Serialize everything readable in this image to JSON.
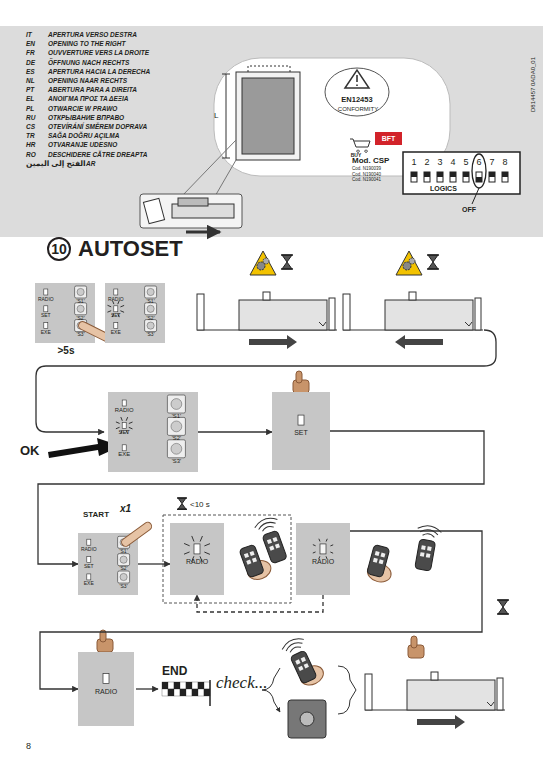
{
  "diagram": {
    "nodes": [
      {
        "text": [
          "RADIO",
          "'S1'",
          "SET",
          "'S2'",
          "EXE",
          "'S3'"
        ]
      },
      {
        "text": [
          "RADIO",
          "'S1'",
          "SET",
          "'S2'",
          "EXE",
          "'S3'"
        ]
      },
      {
        "text": [
          "RADIO",
          "'S1'",
          "SET",
          "'S2'",
          "EXE",
          "'S3'"
        ]
      },
      {
        "text": [
          "SET"
        ]
      },
      {
        "text": [
          "RADIO",
          "'S1'",
          "SET",
          "'S2'",
          "EXE",
          "'S3'"
        ]
      },
      {
        "text": [
          "RADIO"
        ]
      },
      {
        "text": [
          "RADIO"
        ]
      },
      {
        "text": [
          "RADIO"
        ]
      }
    ],
    "edges": [
      {
        "from": 2,
        "to": 3,
        "arrow": "to"
      },
      {
        "from": 3,
        "to": 4,
        "arrow": "to"
      },
      {
        "from": 4,
        "to": 5,
        "arrow": "to"
      },
      {
        "from": 6,
        "to": 5,
        "arrow": "to"
      },
      {
        "from": 6,
        "to": 7,
        "arrow": "to"
      }
    ],
    "labels": [
      "D814457 0ADA0_01",
      "IT",
      "APERTURA VERSO DESTRA",
      "EN",
      "OPENING TO THE RIGHT",
      "FR",
      "OUVVERTURE VERS LA DROITE",
      "DE",
      "ÖFFNUNG NACH RECHTS",
      "ES",
      "APERTURA HACIA LA DERECHA",
      "NL",
      "OPENING NAAR RECHTS",
      "PT",
      "ABERTURA PARA A DIREITA",
      "EL",
      "ΑΝΟΙΓΜΑ ΠΡΟΣ ΤΑ ΔΕΞΙΑ",
      "PL",
      "OTWARCIE W PRAWO",
      "RU",
      "ОТКРЫВАНИЕ ВПРАВО",
      "CS",
      "OTEVÍRÁNÍ SMĚREM DOPRAVA",
      "TR",
      "SAĞA DOĞRU AÇILMA",
      "HR",
      "OTVARANJE UDESNO",
      "RO",
      "DESCHIDERE CĂTRE DREAPTA",
      "الفتح إلى اليمين",
      "AR",
      "L",
      "EN12453",
      "CONFORMITY",
      "BUY",
      "BFT",
      "Mod. CSP",
      "Cod. N190039",
      "Cod. N190040",
      "Cod. N190041",
      "1",
      "2",
      "3",
      "4",
      "5",
      "6",
      "7",
      "8",
      "LOGICS",
      "OFF",
      "10",
      "AUTOSET",
      ">5s",
      "OK",
      "START",
      "x1",
      "<10 s",
      "END",
      "check...",
      "8"
    ]
  }
}
